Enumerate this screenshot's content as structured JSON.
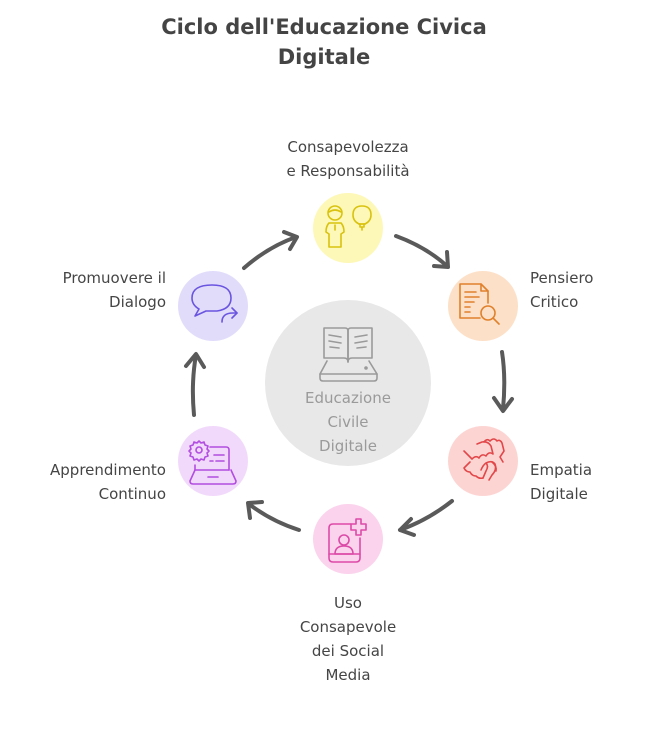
{
  "title": {
    "line1": "Ciclo dell'Educazione Civica",
    "line2": "Digitale"
  },
  "center": {
    "icon": "book-on-tablet-icon",
    "line1": "Educazione",
    "line2": "Civile",
    "line3": "Digitale",
    "fill": "#e8e8e8",
    "stroke": "#9a9a9a"
  },
  "steps": [
    {
      "id": "consapevolezza",
      "label_lines": [
        "Consapevolezza",
        "e Responsabilità"
      ],
      "icon": "person-lightbulb-icon",
      "fill": "#fdf8b8",
      "stroke": "#d9c20f"
    },
    {
      "id": "pensiero",
      "label_lines": [
        "Pensiero",
        "Critico"
      ],
      "icon": "document-search-icon",
      "fill": "#fde0c8",
      "stroke": "#e0802a"
    },
    {
      "id": "empatia",
      "label_lines": [
        "Empatia",
        "Digitale"
      ],
      "icon": "clasped-hands-icon",
      "fill": "#fcd5d3",
      "stroke": "#e2474a"
    },
    {
      "id": "social",
      "label_lines": [
        "Uso",
        "Consapevole",
        "dei Social",
        "Media"
      ],
      "icon": "profile-add-icon",
      "fill": "#fbd3ec",
      "stroke": "#dc4aa8"
    },
    {
      "id": "apprendimento",
      "label_lines": [
        "Apprendimento",
        "Continuo"
      ],
      "icon": "laptop-gear-icon",
      "fill": "#f1d9fb",
      "stroke": "#b24ee0"
    },
    {
      "id": "dialogo",
      "label_lines": [
        "Promuovere il",
        "Dialogo"
      ],
      "icon": "speech-bubbles-icon",
      "fill": "#e2dcfb",
      "stroke": "#6a55e0"
    }
  ],
  "arrow_color": "#5a5a5a"
}
